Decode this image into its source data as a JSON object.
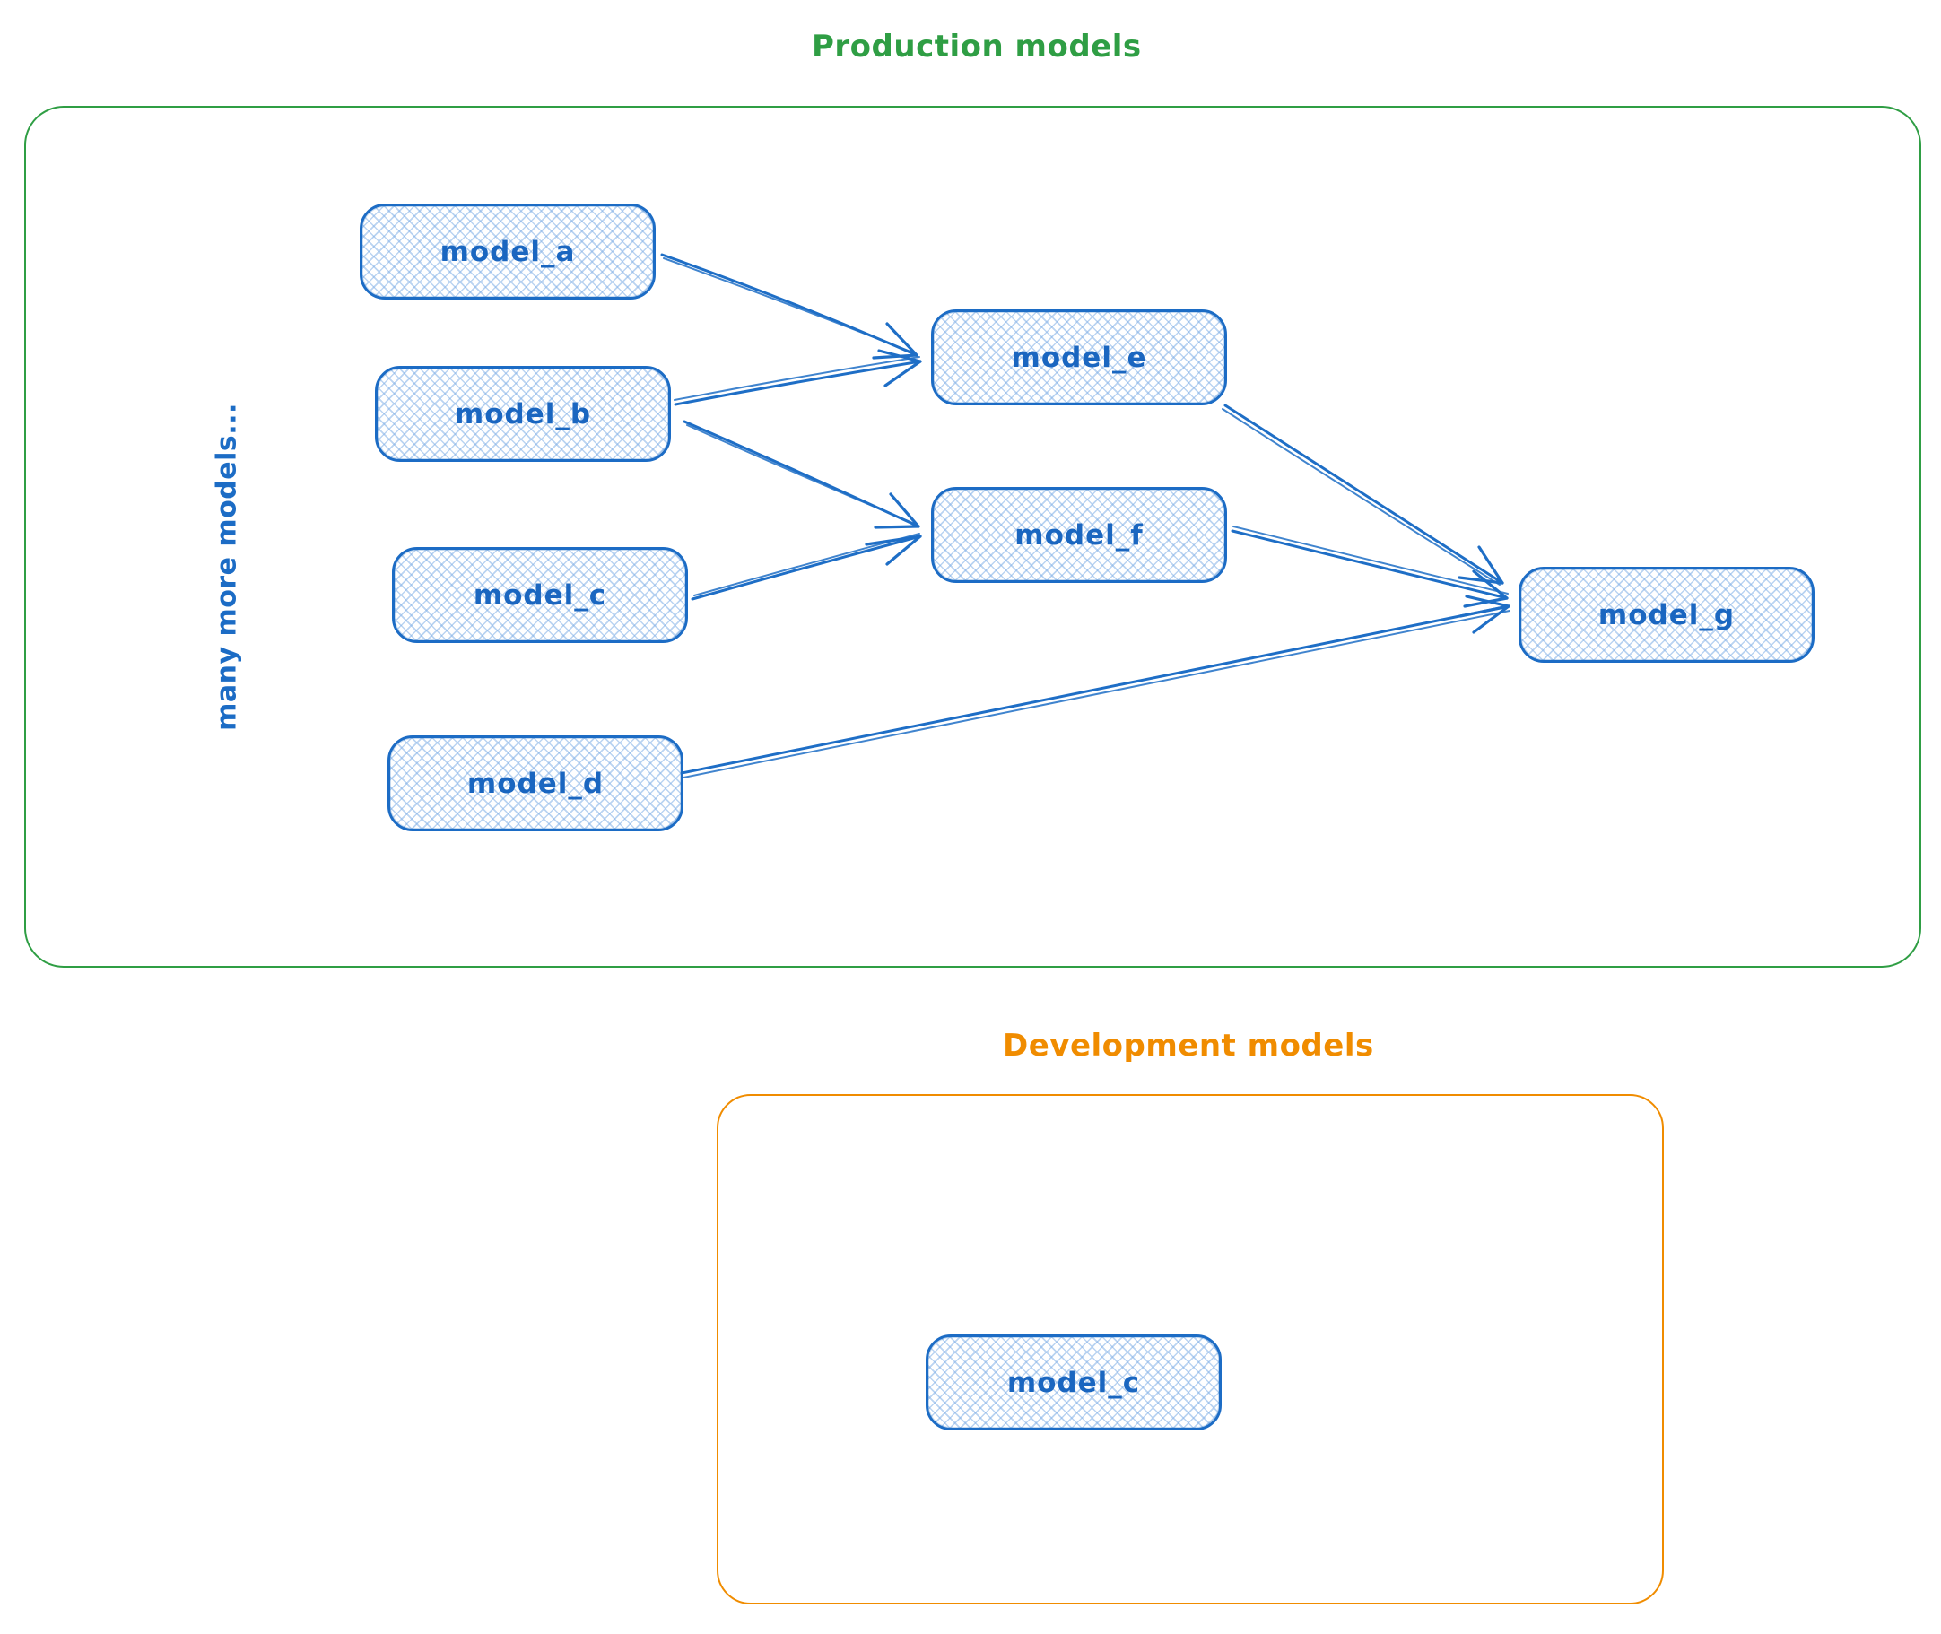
{
  "diagram": {
    "production": {
      "title": "Production models",
      "side_label": "many more models...",
      "frame_color": "#2f9e44",
      "nodes": {
        "a": {
          "label": "model_a"
        },
        "b": {
          "label": "model_b"
        },
        "c": {
          "label": "model_c"
        },
        "d": {
          "label": "model_d"
        },
        "e": {
          "label": "model_e"
        },
        "f": {
          "label": "model_f"
        },
        "g": {
          "label": "model_g"
        }
      },
      "edges": [
        {
          "from": "model_a",
          "to": "model_e"
        },
        {
          "from": "model_b",
          "to": "model_e"
        },
        {
          "from": "model_b",
          "to": "model_f"
        },
        {
          "from": "model_c",
          "to": "model_f"
        },
        {
          "from": "model_e",
          "to": "model_g"
        },
        {
          "from": "model_f",
          "to": "model_g"
        },
        {
          "from": "model_d",
          "to": "model_g"
        }
      ]
    },
    "development": {
      "title": "Development models",
      "frame_color": "#f08c00",
      "nodes": {
        "c": {
          "label": "model_c"
        }
      },
      "edges": []
    },
    "colors": {
      "node_stroke": "#1c6cc5",
      "node_hatch_fill": "#82b0e6",
      "node_text": "#1a66c0",
      "arrow": "#1e6ec6",
      "production_frame": "#2f9e44",
      "development_frame": "#f08c00"
    }
  }
}
